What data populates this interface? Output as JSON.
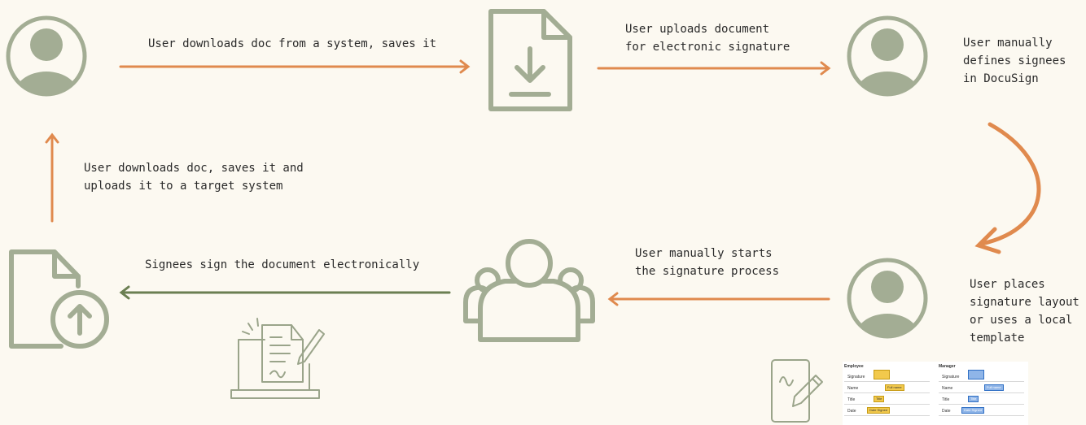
{
  "colors": {
    "background": "#fcf9f1",
    "icon": "#a3ad94",
    "arrow_orange": "#e08a4e",
    "arrow_green": "#6b7f52"
  },
  "labels": {
    "download_save": "User downloads doc from a system, saves it",
    "upload_esign": "User uploads document\nfor electronic signature",
    "define_signees": "User manually\ndefines signees\nin DocuSign",
    "place_layout": "User places\nsignature layout\nor uses a local\ntemplate",
    "start_process": "User manually starts\nthe signature process",
    "signees_sign": "Signees sign the document electronically",
    "download_upload_target": "User downloads doc, saves it and\nuploads it to a target system"
  },
  "icons": [
    "user-icon",
    "document-download-icon",
    "user-icon",
    "user-icon",
    "user-group-icon",
    "document-upload-icon",
    "signed-document-laptop-icon",
    "tablet-stylus-icon"
  ],
  "template_thumbnail": {
    "employee_header": "Employee",
    "manager_header": "Manager",
    "rows": [
      "Signature",
      "Name",
      "Title",
      "Date"
    ],
    "employee_tags": [
      "",
      "Full name",
      "Title",
      "Date Signed"
    ],
    "manager_tags": [
      "",
      "Full name",
      "Title",
      "Date Signed"
    ]
  }
}
